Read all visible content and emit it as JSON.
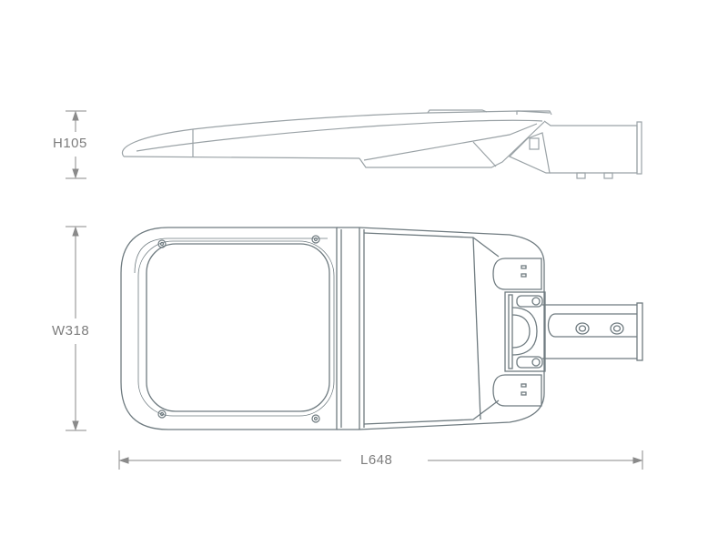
{
  "dimensions": {
    "height_label": "H105",
    "width_label": "W318",
    "length_label": "L648"
  },
  "colors": {
    "side_view_line": "#9aa2a6",
    "top_view_line": "#6f7b80",
    "dimension_line": "#8a8a8a"
  }
}
